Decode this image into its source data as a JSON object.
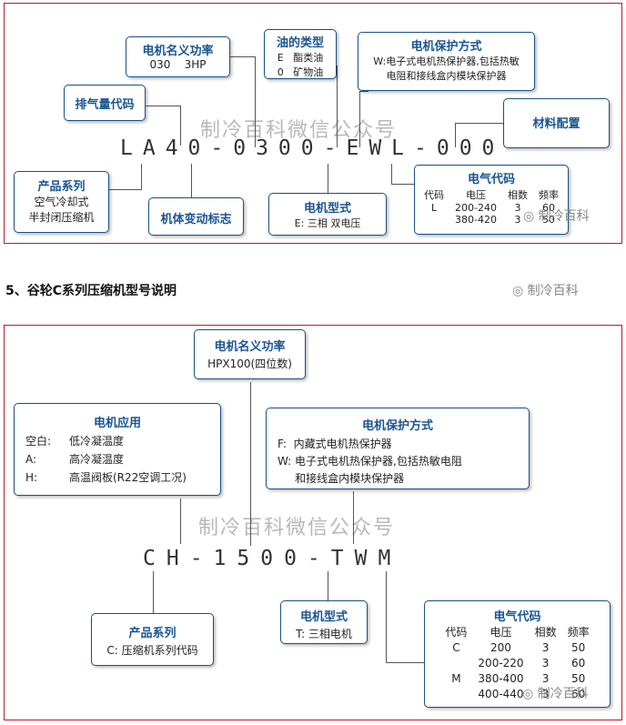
{
  "top": {
    "code": "LA40-0300-EWL-000",
    "watermark": "制冷百科微信公众号",
    "badge": "制冷百科",
    "power": {
      "title": "电机名义功率",
      "value": "030    3HP"
    },
    "oil": {
      "title": "油的类型",
      "lines": [
        "E   酯类油",
        "0   矿物油"
      ]
    },
    "protection": {
      "title": "电机保护方式",
      "lines": [
        "W:电子式电机热保护器,包括热敏",
        "电阻和接线盒内模块保护器"
      ]
    },
    "displacement": {
      "title": "排气量代码"
    },
    "material": {
      "title": "材料配置"
    },
    "series": {
      "title": "产品系列",
      "lines": [
        "空气冷却式",
        "半封闭压缩机"
      ]
    },
    "variant": {
      "title": "机体变动标志"
    },
    "motor_type": {
      "title": "电机型式",
      "value": "E: 三相 双电压"
    },
    "electric": {
      "title": "电气代码",
      "headers": [
        "代码",
        "电压",
        "相数",
        "频率"
      ],
      "rows": [
        [
          "L",
          "200-240",
          "3",
          "60"
        ],
        [
          "",
          "380-420",
          "3",
          "50"
        ]
      ]
    }
  },
  "section_heading": "5、谷轮C系列压缩机型号说明",
  "bottom": {
    "code": "CH-1500-TWM",
    "watermark": "制冷百科微信公众号",
    "badge": "制冷百科",
    "power": {
      "title": "电机名义功率",
      "value": "HPX100(四位数)"
    },
    "application": {
      "title": "电机应用",
      "rows": [
        [
          "空白:",
          "低冷凝温度"
        ],
        [
          "A:",
          "高冷凝温度"
        ],
        [
          "H:",
          "高温阀板(R22空调工况)"
        ]
      ]
    },
    "protection": {
      "title": "电机保护方式",
      "lines": [
        "F:  内藏式电机热保护器",
        "W: 电子式电机热保护器,包括热敏电阻",
        "     和接线盒内模块保护器"
      ]
    },
    "series": {
      "title": "产品系列",
      "value": "C: 压缩机系列代码"
    },
    "motor_type": {
      "title": "电机型式",
      "value": "T: 三相电机"
    },
    "electric": {
      "title": "电气代码",
      "headers": [
        "代码",
        "电压",
        "相数",
        "频率"
      ],
      "rows": [
        [
          "C",
          "200",
          "3",
          "50"
        ],
        [
          "",
          "200-220",
          "3",
          "60"
        ],
        [
          "M",
          "380-400",
          "3",
          "50"
        ],
        [
          "",
          "400-440",
          "3",
          "60"
        ]
      ]
    }
  }
}
